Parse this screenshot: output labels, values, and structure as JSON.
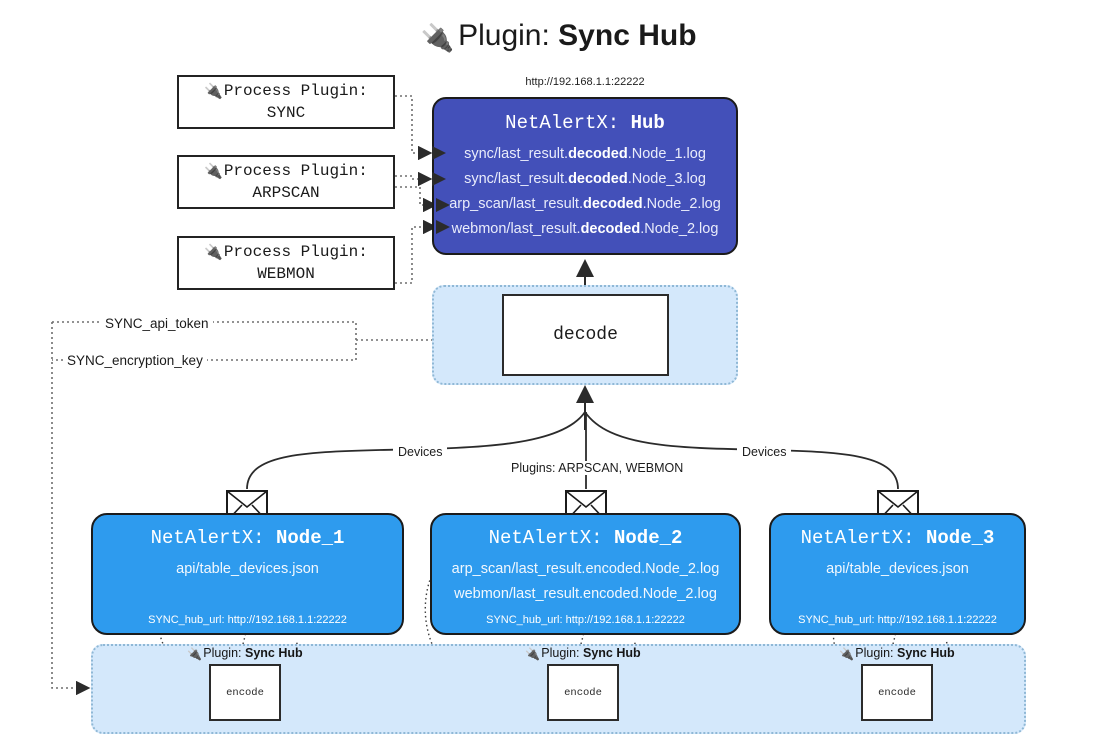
{
  "title": {
    "icon": "plug-icon",
    "prefix": "Plugin:",
    "name": "Sync Hub"
  },
  "hub": {
    "url": "http://192.168.1.1:22222",
    "label_prefix": "NetAlertX:",
    "label_name": "Hub",
    "logs": [
      {
        "pre": "sync/last_result.",
        "mid": "decoded",
        "post": ".Node_1.log"
      },
      {
        "pre": "sync/last_result.",
        "mid": "decoded",
        "post": ".Node_3.log"
      },
      {
        "pre": "arp_scan/last_result.",
        "mid": "decoded",
        "post": ".Node_2.log"
      },
      {
        "pre": "webmon/last_result.",
        "mid": "decoded",
        "post": ".Node_2.log"
      }
    ],
    "color": "#4350b9"
  },
  "process_plugins": [
    {
      "icon": "plug-icon",
      "line1": "Process Plugin:",
      "line2": "SYNC"
    },
    {
      "icon": "plug-icon",
      "line1": "Process Plugin:",
      "line2": "ARPSCAN"
    },
    {
      "icon": "plug-icon",
      "line1": "Process Plugin:",
      "line2": "WEBMON"
    }
  ],
  "decode": {
    "label": "decode",
    "container_color": "#d4e8fb"
  },
  "tokens": {
    "api_token": "SYNC_api_token",
    "encryption_key": "SYNC_encryption_key"
  },
  "edge_labels": {
    "left": "Devices",
    "middle": "Plugins: ARPSCAN, WEBMON",
    "right": "Devices"
  },
  "nodes": [
    {
      "icon": "envelope-icon",
      "label_prefix": "NetAlertX:",
      "label_name": "Node_1",
      "lines": [
        "api/table_devices.json"
      ],
      "footer": "SYNC_hub_url: http://192.168.1.1:22222",
      "color": "#2e9bee"
    },
    {
      "icon": "envelope-icon",
      "label_prefix": "NetAlertX:",
      "label_name": "Node_2",
      "lines": [
        "arp_scan/last_result.encoded.Node_2.log",
        "webmon/last_result.encoded.Node_2.log"
      ],
      "footer": "SYNC_hub_url: http://192.168.1.1:22222",
      "color": "#2e9bee"
    },
    {
      "icon": "envelope-icon",
      "label_prefix": "NetAlertX:",
      "label_name": "Node_3",
      "lines": [
        "api/table_devices.json"
      ],
      "footer": "SYNC_hub_url: http://192.168.1.1:22222",
      "color": "#2e9bee"
    }
  ],
  "encoders": [
    {
      "icon": "plug-icon",
      "caption_prefix": "Plugin:",
      "caption_name": "Sync Hub",
      "label": "encode"
    },
    {
      "icon": "plug-icon",
      "caption_prefix": "Plugin:",
      "caption_name": "Sync Hub",
      "label": "encode"
    },
    {
      "icon": "plug-icon",
      "caption_prefix": "Plugin:",
      "caption_name": "Sync Hub",
      "label": "encode"
    }
  ]
}
